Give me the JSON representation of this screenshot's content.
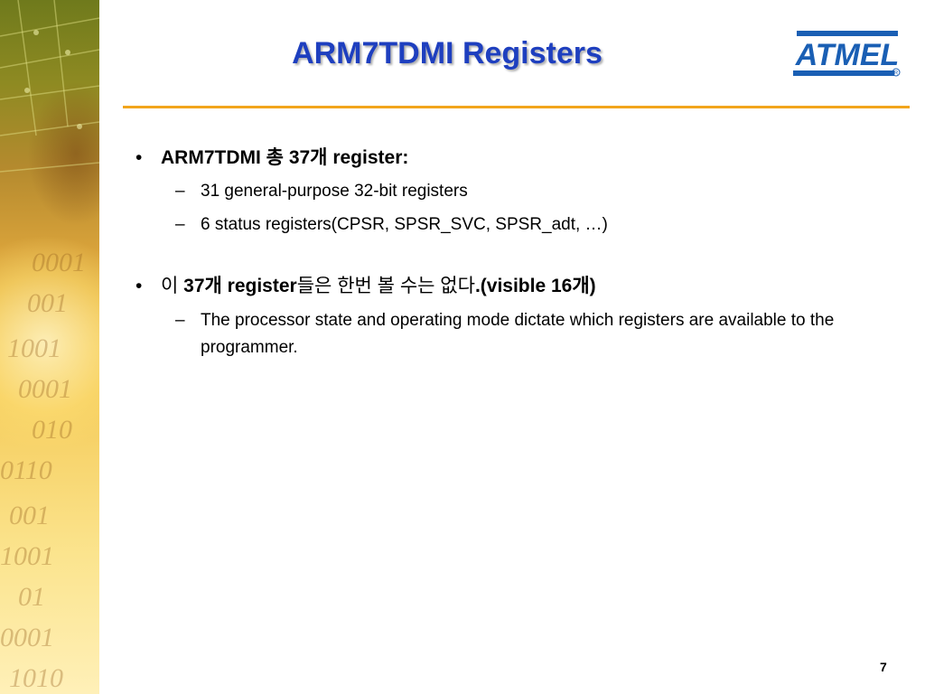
{
  "slide": {
    "title": "ARM7TDMI Registers",
    "page_number": "7",
    "logo_text": "ATMEL",
    "logo_registered_mark": "R"
  },
  "left_strip": {
    "digits": [
      "0001",
      "001",
      "1001",
      "0001",
      "010",
      "0110",
      "001",
      "1001",
      "01",
      "0001",
      "1010"
    ]
  },
  "bullets": [
    {
      "marker": "•",
      "text": "ARM7TDMI 총 37개 register:",
      "subitems": [
        {
          "marker": "–",
          "text": "31 general-purpose 32-bit registers"
        },
        {
          "marker": "–",
          "text": "6 status registers(CPSR, SPSR_SVC, SPSR_adt, …)"
        }
      ]
    },
    {
      "marker": "•",
      "text_prefix": "이 ",
      "text_bold_1": "37개 register",
      "text_middle": "들은 한번 볼 수는 없다",
      "text_bold_2": ".(visible 16개)",
      "subitems": [
        {
          "marker": "–",
          "text": "The processor state and operating mode dictate which registers are available to the programmer."
        }
      ]
    }
  ],
  "colors": {
    "title": "#1e3fbf",
    "divider": "#f2a51c",
    "logo": "#1a5fb4"
  }
}
